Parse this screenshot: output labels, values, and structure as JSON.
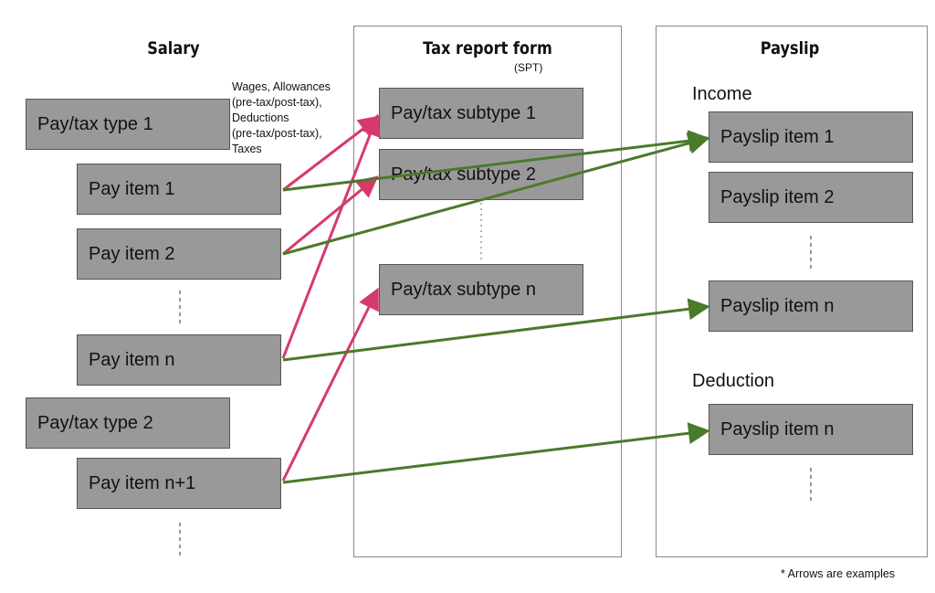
{
  "salary": {
    "title": "Salary",
    "annotation": [
      "Wages, Allowances",
      "(pre-tax/post-tax),",
      "Deductions",
      "(pre-tax/post-tax),",
      "Taxes"
    ],
    "type1": "Pay/tax type 1",
    "item1": "Pay item 1",
    "item2": "Pay item 2",
    "itemn": "Pay item n",
    "type2": "Pay/tax type 2",
    "itemn1": "Pay item n+1"
  },
  "tax_form": {
    "title": "Tax report form",
    "subtitle": "(SPT)",
    "sub1": "Pay/tax subtype 1",
    "sub2": "Pay/tax subtype 2",
    "subn": "Pay/tax subtype n"
  },
  "payslip": {
    "title": "Payslip",
    "income_label": "Income",
    "item1": "Payslip item 1",
    "item2": "Payslip item 2",
    "itemn": "Payslip item n",
    "deduction_label": "Deduction",
    "deduction_itemn": "Payslip item n"
  },
  "footnote": "* Arrows are examples",
  "colors": {
    "pink_arrow": "#d63a6a",
    "green_arrow": "#4a7a2a",
    "box_fill": "#999999"
  }
}
